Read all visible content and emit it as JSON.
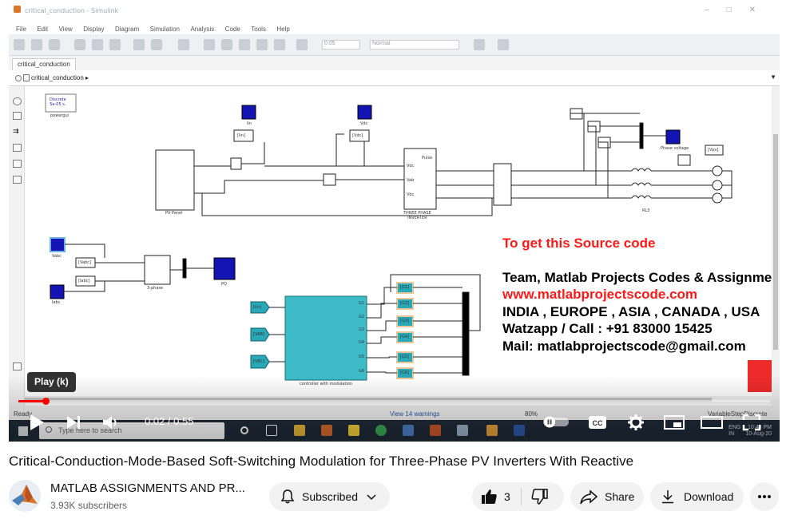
{
  "window": {
    "title": "critical_conduction - Simulink",
    "menu": [
      "File",
      "Edit",
      "View",
      "Display",
      "Diagram",
      "Simulation",
      "Analysis",
      "Code",
      "Tools",
      "Help"
    ],
    "sim_time": "0.05",
    "sim_mode": "Normal",
    "tab": "critical_conduction",
    "breadcrumb": "critical_conduction"
  },
  "diagram": {
    "blocks": {
      "powergui": "Discrete\n5e-05 s.",
      "powergui_label": "powergui",
      "pv_panel": "PV Panel",
      "inverter": "THREE PHASE\nINVERTER",
      "rl": "RL3",
      "phase_voltage": "Phase voltage",
      "vabc_scope": "Vabc",
      "iabc_scope": "Iabc",
      "phase_block": "3-phase",
      "pq": "PQ",
      "controller": "controller with modulation",
      "goto_iin": "[Iin]",
      "goto_vdc": "[Vdc]",
      "goto_vpv": "[Vpv]",
      "from_vabc": "[Vabc]",
      "from_iabc": "[Iabc]",
      "from_iin": "[Iin]",
      "from_vab": "[VAB]",
      "from_vbc": "[VBC]",
      "pulse_tags": [
        "[G1]",
        "[G2]",
        "[G3]",
        "[G4]",
        "[G5]",
        "[G6]"
      ],
      "ports": [
        "Pulse",
        "Vdc",
        "Vab",
        "Vbc"
      ],
      "outputs": [
        "G1",
        "G2",
        "G3",
        "G4",
        "G5",
        "G6"
      ],
      "ll": "Iin",
      "vdc_label": "Vdc"
    },
    "overlay": {
      "title": "To get this Source code",
      "team": "Team, Matlab Projects Codes & Assignments",
      "website": "www.matlabprojectscode.com",
      "regions": "INDIA , EUROPE , ASIA , CANADA , USA",
      "watzapp": "Watzapp / Call : +91 83000 15425",
      "mail": "Mail: matlabprojectscode@gmail.com"
    }
  },
  "statusbar": {
    "left": "Ready",
    "warnings": "View 14 warnings",
    "zoom": "80%",
    "solver": "VariableStepDiscrete"
  },
  "taskbar": {
    "search_placeholder": "Type here to search",
    "time": "10:43 PM",
    "date": "10-Aug-20",
    "lang": "ENG\nIN"
  },
  "player": {
    "tooltip": "Play (k)",
    "current_time": "0:02",
    "duration": "0:55",
    "timecode": "0:02 / 0:55",
    "progress_fraction": 0.0364,
    "icons": [
      "play-icon",
      "next-icon",
      "volume-icon",
      "autoplay-toggle",
      "captions-icon",
      "settings-icon",
      "miniplayer-icon",
      "theater-icon",
      "fullscreen-icon"
    ]
  },
  "video": {
    "title": "Critical-Conduction-Mode-Based Soft-Switching Modulation for Three-Phase PV Inverters With Reactive",
    "channel": "MATLAB ASSIGNMENTS AND PR...",
    "subscribers": "3.93K subscribers",
    "subscribe_label": "Subscribed",
    "likes": "3",
    "share_label": "Share",
    "download_label": "Download"
  },
  "colors": {
    "accent_red": "#ff0000",
    "overlay_red": "#ff1a1a",
    "overlay_black": "#000000",
    "block_blue": "#1414b4",
    "block_teal": "#3dbcc8",
    "tag_teal": "#29a8b8"
  }
}
